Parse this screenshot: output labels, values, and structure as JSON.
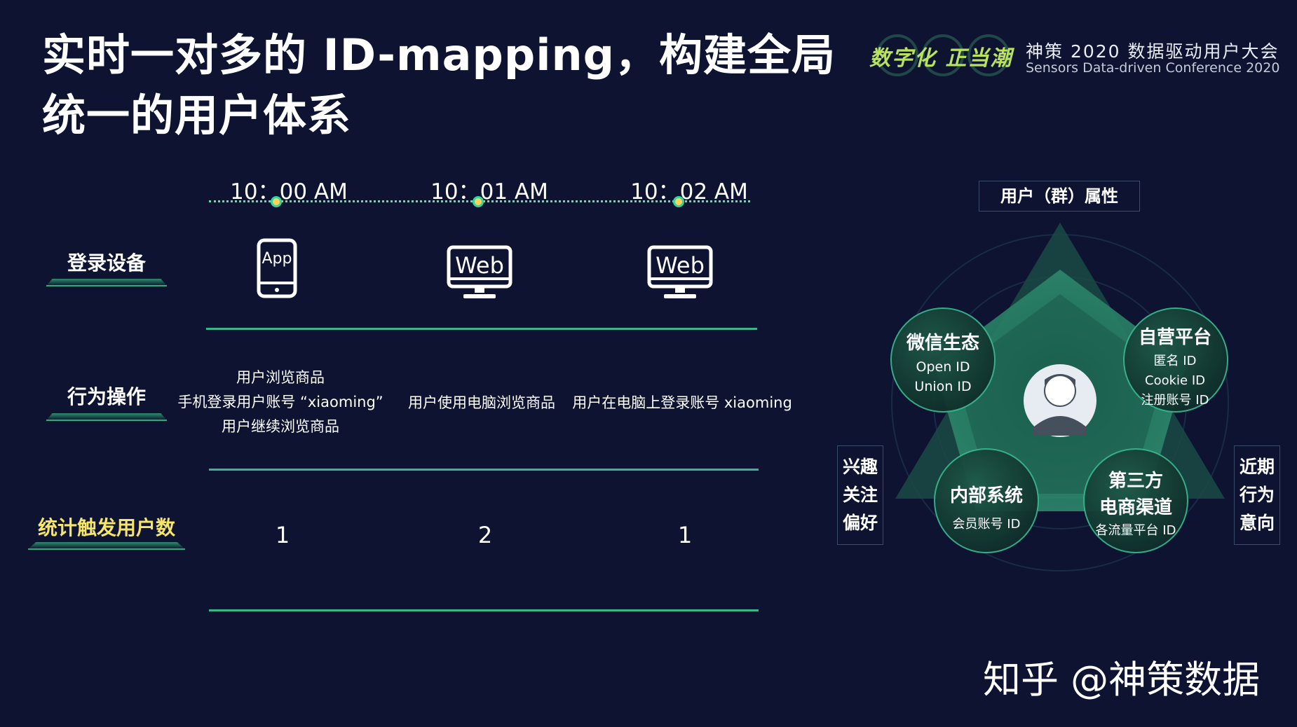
{
  "title": {
    "line1": "实时一对多的 ID-mapping，构建全局",
    "line2": "统一的用户体系"
  },
  "brand": {
    "slogan": "数字化 正当潮",
    "name_cn": "神策 2020 数据驱动用户大会",
    "name_en": "Sensors Data-driven Conference 2020",
    "accent_color": "#b9e35a"
  },
  "timeline": {
    "times": [
      "10：00 AM",
      "10：01 AM",
      "10：02 AM"
    ]
  },
  "rows": {
    "device_label": "登录设备",
    "action_label": "行为操作",
    "count_label": "统计触发用户数"
  },
  "devices": [
    {
      "icon": "phone-icon",
      "label": "App"
    },
    {
      "icon": "monitor-icon",
      "label": "Web"
    },
    {
      "icon": "monitor-icon",
      "label": "Web"
    }
  ],
  "actions": {
    "col1": [
      "用户浏览商品",
      "手机登录用户账号 “xiaoming”",
      "用户继续浏览商品"
    ],
    "col2": "用户使用电脑浏览商品",
    "col3": "用户在电脑上登录账号 xiaoming"
  },
  "counts": [
    "1",
    "2",
    "1"
  ],
  "diagram": {
    "header": "用户（群）属性",
    "left_box": [
      "兴趣",
      "关注",
      "偏好"
    ],
    "right_box": [
      "近期",
      "行为",
      "意向"
    ],
    "nodes": {
      "wechat": {
        "title": "微信生态",
        "items": [
          "Open ID",
          "Union ID"
        ]
      },
      "self": {
        "title": "自营平台",
        "items": [
          "匿名 ID",
          "Cookie ID",
          "注册账号 ID"
        ]
      },
      "internal": {
        "title": "内部系统",
        "items": [
          "会员账号 ID"
        ]
      },
      "third": {
        "title": "第三方",
        "title2": "电商渠道",
        "items": [
          "各流量平台 ID"
        ]
      }
    },
    "center_icon": "user-avatar-icon"
  },
  "watermark": "知乎 @神策数据",
  "colors": {
    "background": "#0d1330",
    "accent": "#37b58c",
    "highlight_label": "#f5e66a"
  }
}
